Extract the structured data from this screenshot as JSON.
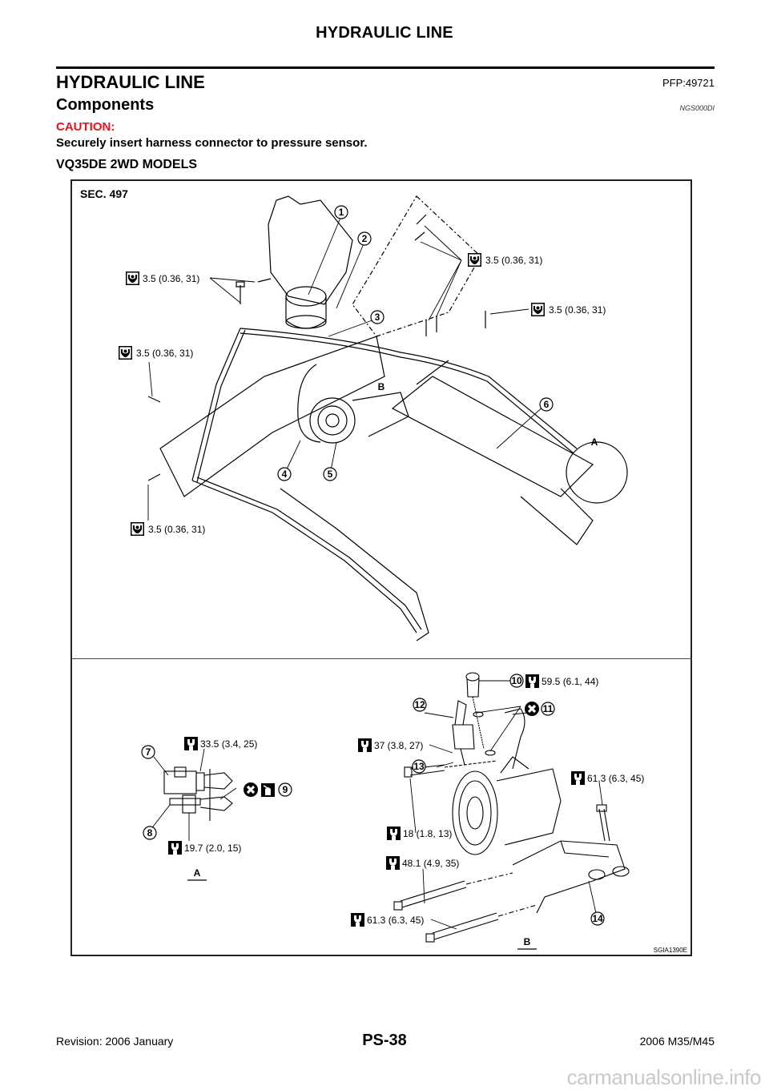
{
  "header": {
    "running_title": "HYDRAULIC LINE"
  },
  "section": {
    "title": "HYDRAULIC LINE",
    "pfp": "PFP:49721",
    "subtitle": "Components",
    "ref_code": "NGS000DI",
    "caution_label": "CAUTION:",
    "caution_text": "Securely insert harness connector to pressure sensor.",
    "model_heading": "VQ35DE 2WD MODELS"
  },
  "figure": {
    "section_label": "SEC. 497",
    "figure_id": "SGIA1390E",
    "view_markers": {
      "A": "A",
      "B": "B"
    },
    "part_numbers": [
      "1",
      "2",
      "3",
      "4",
      "5",
      "6",
      "7",
      "8",
      "9",
      "10",
      "11",
      "12",
      "13",
      "14"
    ],
    "icons": {
      "torque_small": "torque-wrench-icon",
      "torque_large": "torque-spanner-icon",
      "do_not_reuse": "do-not-reuse-icon",
      "apply_fluid": "apply-fluid-icon"
    },
    "torque_specs_top": [
      "3.5 (0.36, 31)",
      "3.5 (0.36, 31)",
      "3.5 (0.36, 31)",
      "3.5 (0.36, 31)",
      "3.5 (0.36, 31)"
    ],
    "torque_specs_bottom": {
      "part7": "33.5 (3.4, 25)",
      "part8": "19.7 (2.0, 15)",
      "part10": "59.5 (6.1, 44)",
      "part12": "37 (3.8, 27)",
      "bolt_right": "61.3 (6.3, 45)",
      "bolt_18": "18 (1.8, 13)",
      "bolt_48": "48.1 (4.9, 35)",
      "bolt_61": "61.3 (6.3, 45)"
    }
  },
  "footer": {
    "revision": "Revision: 2006 January",
    "page": "PS-38",
    "model": "2006 M35/M45",
    "watermark": "carmanualsonline.info"
  },
  "colors": {
    "caution": "#e8141c",
    "ink": "#000000",
    "watermark": "#c9c9c9"
  }
}
